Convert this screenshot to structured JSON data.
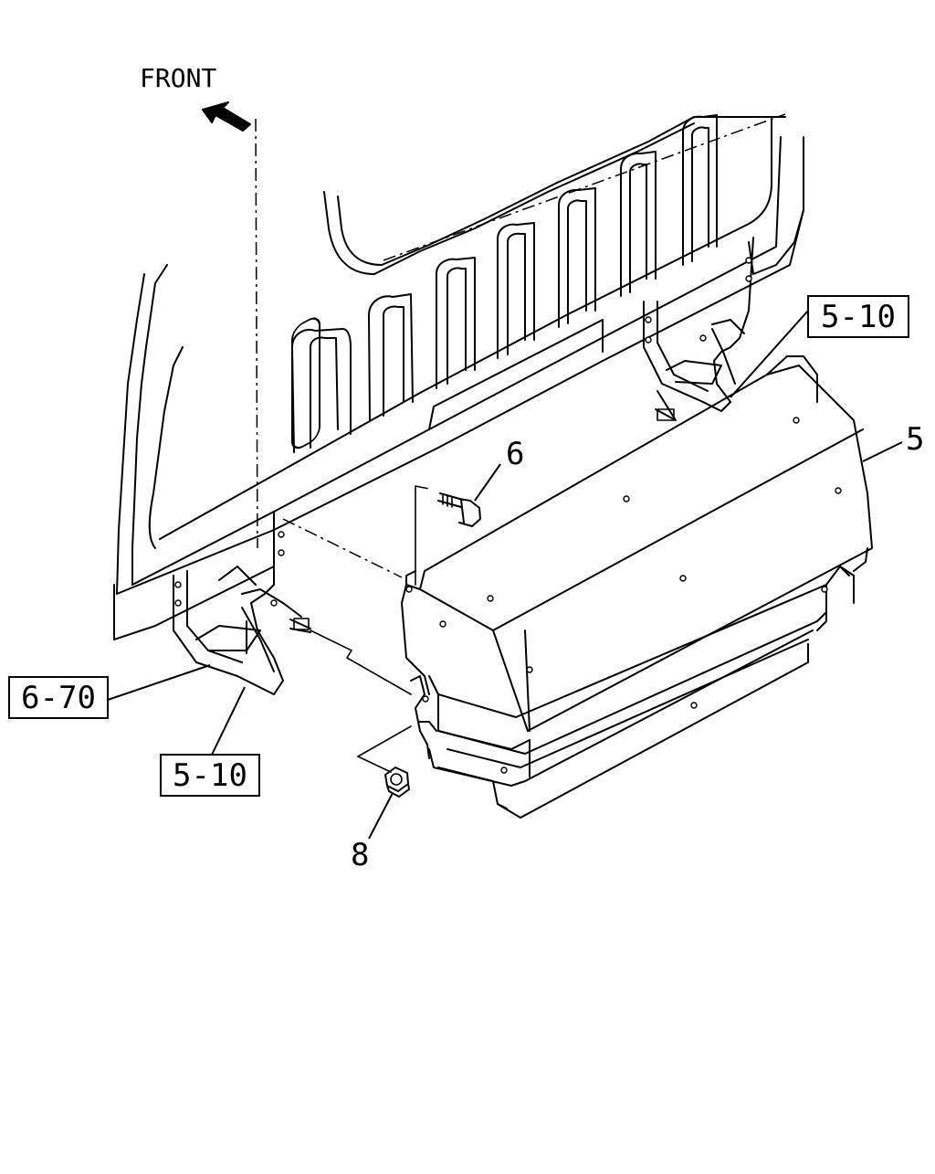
{
  "diagram": {
    "front_label": "FRONT",
    "front_arrow_icon": "arrow-upper-left-icon",
    "callouts": [
      {
        "id": "callout-5-10-upper",
        "text": "5-10",
        "boxed": true
      },
      {
        "id": "callout-5",
        "text": "5",
        "boxed": false
      },
      {
        "id": "callout-6",
        "text": "6",
        "boxed": false
      },
      {
        "id": "callout-6-70",
        "text": "6-70",
        "boxed": true
      },
      {
        "id": "callout-5-10-lower",
        "text": "5-10",
        "boxed": true
      },
      {
        "id": "callout-8",
        "text": "8",
        "boxed": false
      }
    ],
    "colors": {
      "line": "#000000",
      "background": "#ffffff"
    }
  }
}
